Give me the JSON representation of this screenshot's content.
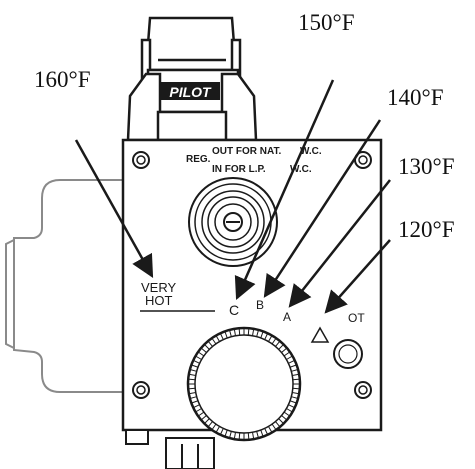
{
  "labels": {
    "temp_160": "160°F",
    "temp_150": "150°F",
    "temp_140": "140°F",
    "temp_130": "130°F",
    "temp_120": "120°F"
  },
  "valve": {
    "pilot_text": "PILOT",
    "reg_text": "REG.",
    "out_text": "OUT FOR NAT.",
    "wc_text_1": "W.C.",
    "in_text": "IN FOR L.P.",
    "wc_text_2": "W.C.",
    "very_text": "VERY",
    "hot_text": "HOT",
    "mark_c": "C",
    "mark_b": "B",
    "mark_a": "A",
    "hot_partial": "OT"
  },
  "colors": {
    "line": "#1a1a1a",
    "grey_line": "#8a8a8a",
    "fill": "#ffffff"
  }
}
